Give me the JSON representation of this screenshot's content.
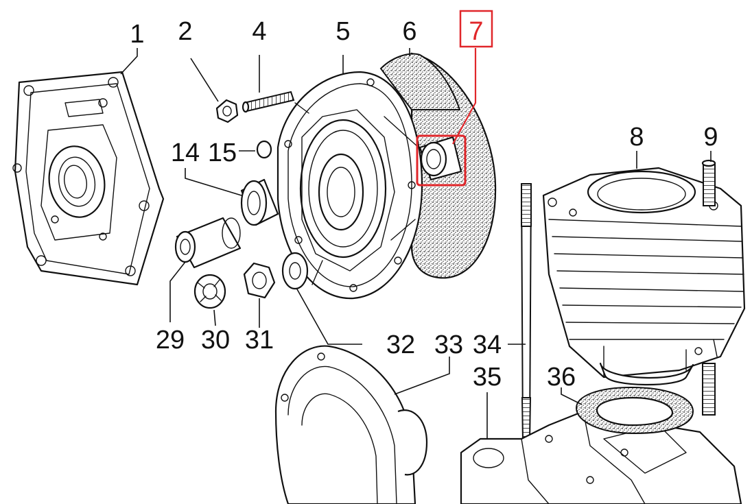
{
  "diagram": {
    "highlight_color": "#e0262a",
    "ink_color": "#111111",
    "highlighted_callout": "7",
    "callouts": [
      {
        "id": "c1",
        "label": "1"
      },
      {
        "id": "c2",
        "label": "2"
      },
      {
        "id": "c4",
        "label": "4"
      },
      {
        "id": "c5",
        "label": "5"
      },
      {
        "id": "c6",
        "label": "6"
      },
      {
        "id": "c7",
        "label": "7"
      },
      {
        "id": "c8",
        "label": "8"
      },
      {
        "id": "c9",
        "label": "9"
      },
      {
        "id": "c14",
        "label": "14"
      },
      {
        "id": "c15",
        "label": "15"
      },
      {
        "id": "c29",
        "label": "29"
      },
      {
        "id": "c30",
        "label": "30"
      },
      {
        "id": "c31",
        "label": "31"
      },
      {
        "id": "c32",
        "label": "32"
      },
      {
        "id": "c33",
        "label": "33"
      },
      {
        "id": "c34",
        "label": "34"
      },
      {
        "id": "c35",
        "label": "35"
      },
      {
        "id": "c36",
        "label": "36"
      }
    ]
  }
}
